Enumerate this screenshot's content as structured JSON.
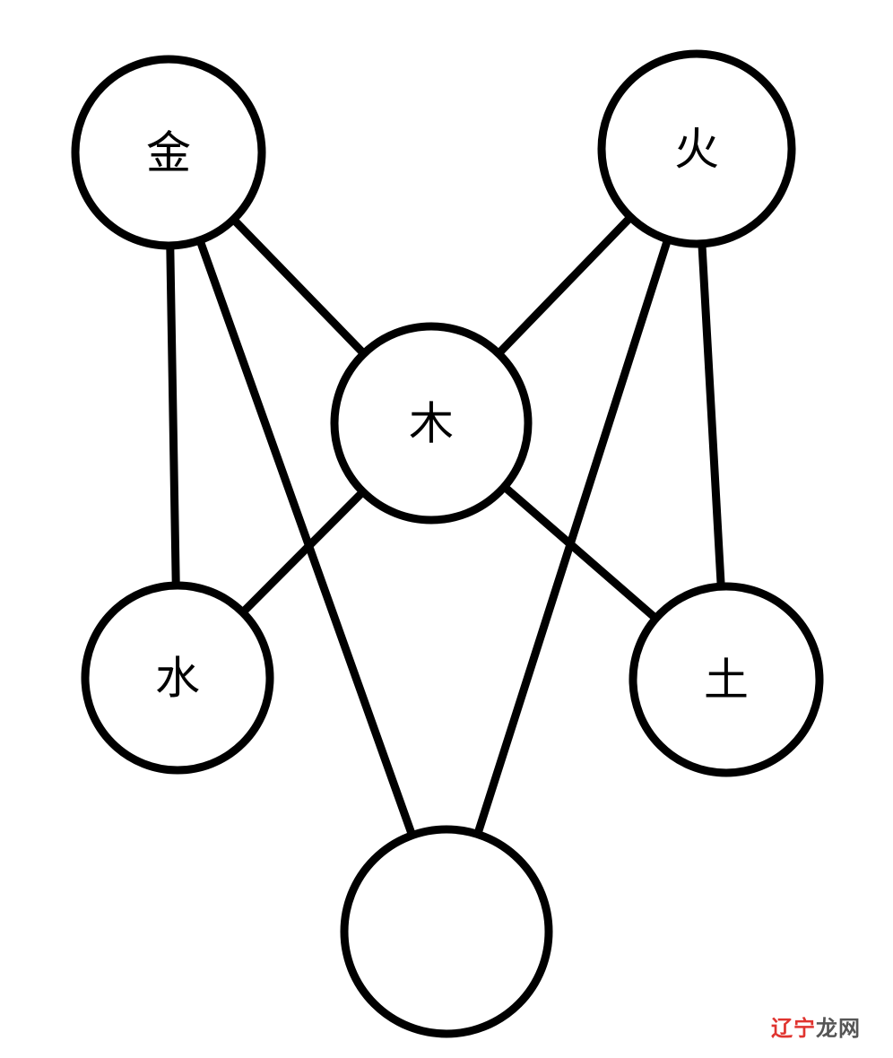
{
  "nodes": [
    {
      "id": "jin",
      "label": "金"
    },
    {
      "id": "huo",
      "label": "火"
    },
    {
      "id": "mu",
      "label": "木"
    },
    {
      "id": "shui",
      "label": "水"
    },
    {
      "id": "tu",
      "label": "土"
    },
    {
      "id": "bottom",
      "label": ""
    }
  ],
  "edges": [
    [
      "jin",
      "shui"
    ],
    [
      "jin",
      "mu"
    ],
    [
      "jin",
      "bottom"
    ],
    [
      "huo",
      "mu"
    ],
    [
      "huo",
      "bottom"
    ],
    [
      "huo",
      "tu"
    ],
    [
      "mu",
      "shui"
    ],
    [
      "mu",
      "tu"
    ]
  ],
  "watermark": {
    "part1": "辽宁",
    "part2": "龙网"
  }
}
